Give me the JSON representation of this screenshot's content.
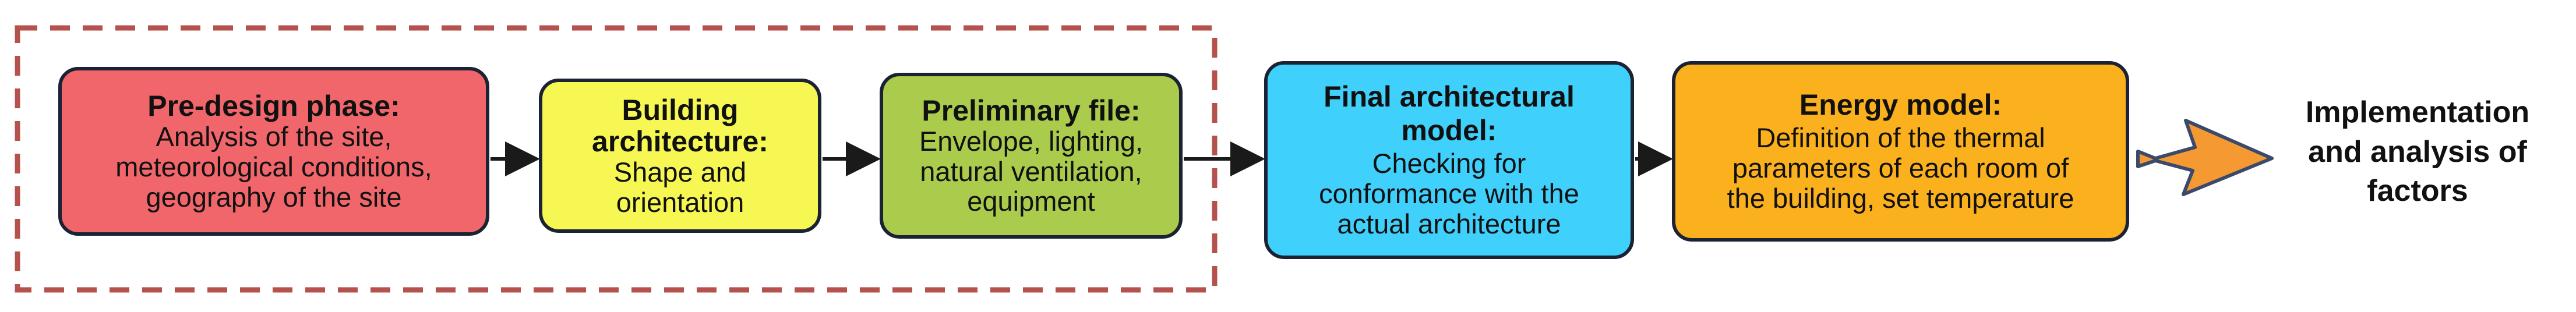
{
  "boxes": {
    "predesign": {
      "title": "Pre-design phase:",
      "body": [
        "Analysis of the site,",
        "meteorological conditions,",
        "geography of the site"
      ],
      "color": "#f0666b"
    },
    "building": {
      "title": [
        "Building",
        "architecture:"
      ],
      "body": [
        "Shape and",
        "orientation"
      ],
      "color": "#f6f752"
    },
    "preliminary": {
      "title": "Preliminary file:",
      "body": [
        "Envelope, lighting,",
        "natural ventilation,",
        "equipment"
      ],
      "color": "#aacb4c"
    },
    "final": {
      "title": [
        "Final architectural",
        "model:"
      ],
      "body": [
        "Checking for",
        "conformance with the",
        "actual architecture"
      ],
      "color": "#3fd0fb"
    },
    "energy": {
      "title": "Energy model:",
      "body": [
        "Definition of the thermal",
        "parameters of each room of",
        "the building, set temperature"
      ],
      "color": "#fbb01d"
    }
  },
  "result": [
    "Implementation",
    "and analysis of",
    "factors"
  ],
  "colors": {
    "group_border": "#b5524d",
    "arrow": "#1a1a1a",
    "big_arrow_fill": "#f59a33",
    "big_arrow_stroke": "#3b4a6b",
    "box_border": "#1a2233"
  }
}
